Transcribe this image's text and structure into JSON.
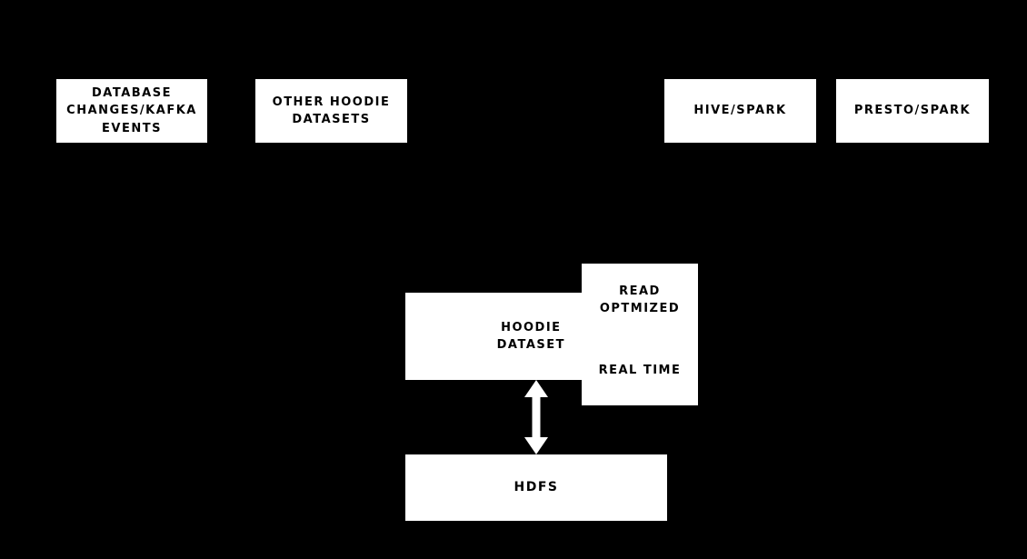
{
  "diagram": {
    "type": "architecture-diagram",
    "colors": {
      "background": "#000000",
      "node_fill": "#ffffff",
      "node_text": "#000000",
      "arrow": "#ffffff"
    },
    "nodes": {
      "database_changes": "DATABASE\nCHANGES/KAFKA\nEVENTS",
      "other_hoodie_datasets": "OTHER HOODIE\nDATASETS",
      "hive_spark": "HIVE/SPARK",
      "presto_spark": "PRESTO/SPARK",
      "hoodie_dataset": "HOODIE\nDATASET",
      "read_optimized_view": "READ\nOPTMIZED",
      "real_time_view": "REAL TIME",
      "hdfs": "HDFS"
    },
    "connections": [
      {
        "from": "hoodie_dataset",
        "to": "hdfs",
        "style": "double-headed-vertical-arrow"
      }
    ]
  }
}
